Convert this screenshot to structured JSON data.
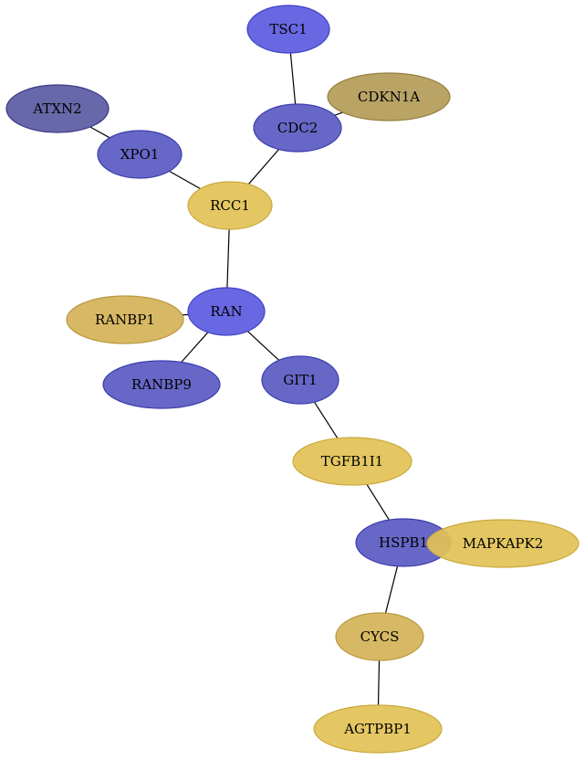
{
  "colors": {
    "blue_bright": "#5b5be0",
    "blue_mid": "#5a5ac2",
    "blue_dark": "#5a5aa2",
    "gold": "#e2c255",
    "gold_mid": "#d4b358",
    "gold_dark": "#b39c58"
  },
  "nodes": [
    {
      "id": "TSC1",
      "label": "TSC1",
      "color": "blue_bright"
    },
    {
      "id": "CDKN1A",
      "label": "CDKN1A",
      "color": "gold_dark"
    },
    {
      "id": "ATXN2",
      "label": "ATXN2",
      "color": "blue_dark"
    },
    {
      "id": "CDC2",
      "label": "CDC2",
      "color": "blue_mid"
    },
    {
      "id": "XPO1",
      "label": "XPO1",
      "color": "blue_mid"
    },
    {
      "id": "RCC1",
      "label": "RCC1",
      "color": "gold"
    },
    {
      "id": "RAN",
      "label": "RAN",
      "color": "blue_bright"
    },
    {
      "id": "RANBP1",
      "label": "RANBP1",
      "color": "gold_mid"
    },
    {
      "id": "RANBP9",
      "label": "RANBP9",
      "color": "blue_mid"
    },
    {
      "id": "GIT1",
      "label": "GIT1",
      "color": "blue_mid"
    },
    {
      "id": "TGFB1I1",
      "label": "TGFB1I1",
      "color": "gold"
    },
    {
      "id": "HSPB1",
      "label": "HSPB1",
      "color": "blue_mid"
    },
    {
      "id": "MAPKAPK2",
      "label": "MAPKAPK2",
      "color": "gold"
    },
    {
      "id": "CYCS",
      "label": "CYCS",
      "color": "gold_mid"
    },
    {
      "id": "AGTPBP1",
      "label": "AGTPBP1",
      "color": "gold"
    }
  ],
  "edges": [
    [
      "TSC1",
      "CDC2"
    ],
    [
      "CDKN1A",
      "CDC2"
    ],
    [
      "ATXN2",
      "XPO1"
    ],
    [
      "CDC2",
      "RCC1"
    ],
    [
      "XPO1",
      "RCC1"
    ],
    [
      "RCC1",
      "RAN"
    ],
    [
      "RAN",
      "RANBP1"
    ],
    [
      "RAN",
      "RANBP9"
    ],
    [
      "RAN",
      "GIT1"
    ],
    [
      "GIT1",
      "TGFB1I1"
    ],
    [
      "TGFB1I1",
      "HSPB1"
    ],
    [
      "HSPB1",
      "MAPKAPK2"
    ],
    [
      "HSPB1",
      "CYCS"
    ],
    [
      "CYCS",
      "AGTPBP1"
    ]
  ]
}
